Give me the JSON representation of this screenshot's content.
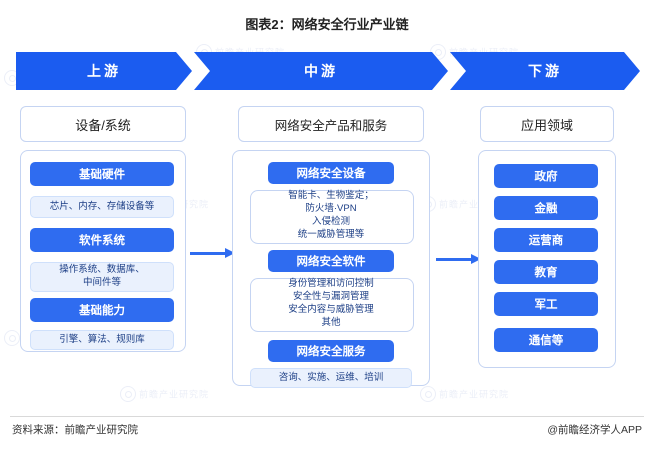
{
  "title": "图表2：网络安全行业产业链",
  "banners": [
    {
      "label": "上游"
    },
    {
      "label": "中游"
    },
    {
      "label": "下游"
    }
  ],
  "columns": {
    "upstream": {
      "head": "设备/系统",
      "groups": [
        {
          "title": "基础硬件",
          "detail": "芯片、内存、存储设备等"
        },
        {
          "title": "软件系统",
          "detail": "操作系统、数据库、\n中间件等"
        },
        {
          "title": "基础能力",
          "detail": "引擎、算法、规则库"
        }
      ]
    },
    "midstream": {
      "head": "网络安全产品和服务",
      "groups": [
        {
          "title": "网络安全设备",
          "detail": "智能卡、生物鉴定；\n防火墙·VPN\n入侵检测\n统一威胁管理等"
        },
        {
          "title": "网络安全软件",
          "detail": "身份管理和访问控制\n安全性与漏洞管理\n安全内容与威胁管理\n其他"
        },
        {
          "title": "网络安全服务",
          "detail": "咨询、实施、运维、培训"
        }
      ]
    },
    "downstream": {
      "head": "应用领域",
      "items": [
        "政府",
        "金融",
        "运营商",
        "教育",
        "军工",
        "通信等"
      ]
    }
  },
  "watermarks": [
    "前瞻产业研究院",
    "前瞻产业研究院",
    "前瞻产业研究院",
    "前瞻产业研究院",
    "前瞻产业研究院",
    "前瞻产业研究院",
    "前瞻产业研究院",
    "前瞻产业研究院"
  ],
  "footer": {
    "source": "资料来源：前瞻产业研究院",
    "brand": "@前瞻经济学人APP"
  },
  "colors": {
    "banner": "#1b5cf0",
    "box": "#2f6cf0",
    "light": "#eaf1fd",
    "border": "#c5d4f2"
  }
}
